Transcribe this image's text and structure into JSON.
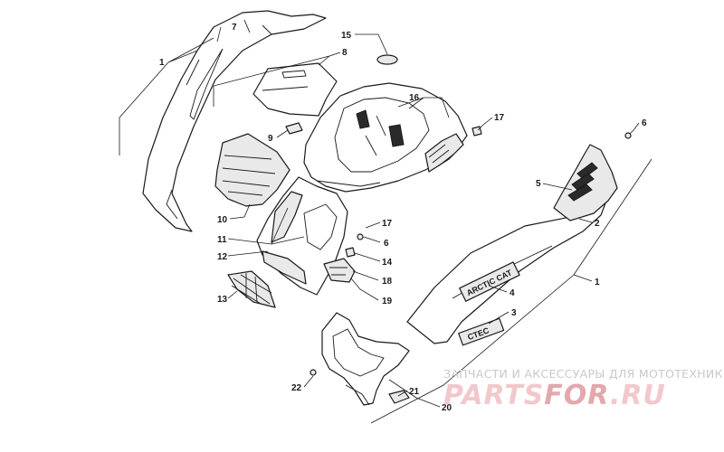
{
  "callouts": [
    {
      "id": "c1a",
      "label": "1"
    },
    {
      "id": "c7",
      "label": "7"
    },
    {
      "id": "c15",
      "label": "15"
    },
    {
      "id": "c8",
      "label": "8"
    },
    {
      "id": "c16",
      "label": "16"
    },
    {
      "id": "c17a",
      "label": "17"
    },
    {
      "id": "c6a",
      "label": "6"
    },
    {
      "id": "c9",
      "label": "9"
    },
    {
      "id": "c5",
      "label": "5"
    },
    {
      "id": "c2",
      "label": "2"
    },
    {
      "id": "c10",
      "label": "10"
    },
    {
      "id": "c17b",
      "label": "17"
    },
    {
      "id": "c11",
      "label": "11"
    },
    {
      "id": "c6b",
      "label": "6"
    },
    {
      "id": "c12",
      "label": "12"
    },
    {
      "id": "c14",
      "label": "14"
    },
    {
      "id": "c1b",
      "label": "1"
    },
    {
      "id": "c18",
      "label": "18"
    },
    {
      "id": "c13",
      "label": "13"
    },
    {
      "id": "c4",
      "label": "4"
    },
    {
      "id": "c19",
      "label": "19"
    },
    {
      "id": "c3",
      "label": "3"
    },
    {
      "id": "c22",
      "label": "22"
    },
    {
      "id": "c21",
      "label": "21"
    },
    {
      "id": "c20",
      "label": "20"
    }
  ],
  "decals": {
    "arctic_cat": "ARCTIC CAT",
    "ctec": "CTEC"
  },
  "watermark": {
    "caption": "ЗАПЧАСТИ И АКСЕССУАРЫ ДЛЯ МОТОТЕХНИКИ",
    "logo_part1": "PARTS",
    "logo_part2": "FOR",
    "logo_part3": ".RU"
  }
}
